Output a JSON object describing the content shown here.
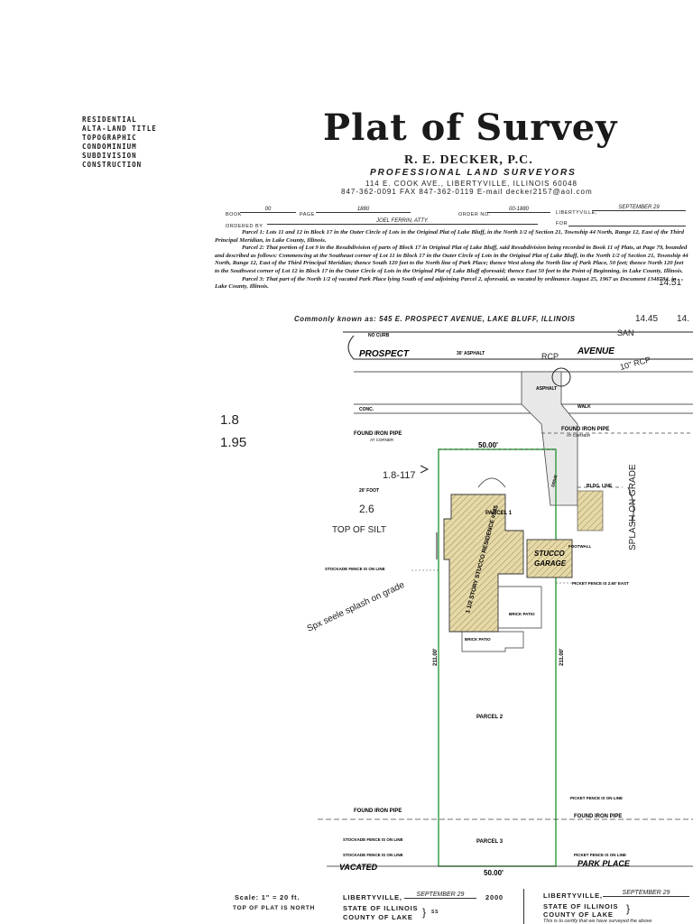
{
  "services": [
    "RESIDENTIAL",
    "ALTA-LAND TITLE",
    "TOPOGRAPHIC",
    "CONDOMINIUM",
    "SUBDIVISION",
    "CONSTRUCTION"
  ],
  "header": {
    "title": "Plat of Survey",
    "firm": "R. E. DECKER, P.C.",
    "subtitle": "PROFESSIONAL LAND SURVEYORS",
    "address": "114 E. COOK AVE., LIBERTYVILLE, ILLINOIS 60048",
    "contact": "847-362-0091   FAX 847-362-0119   E-mail decker2157@aol.com"
  },
  "fields": {
    "book_label": "BOOK",
    "book": "00",
    "page_label": "PAGE",
    "page": "1880",
    "order_label": "ORDER NO.",
    "order": "00-1880",
    "city_label": "LIBERTYVILLE,",
    "date": "SEPTEMBER 29",
    "ordered_label": "ORDERED BY",
    "ordered_by": "JOEL FERRIN, ATTY.",
    "for_label": "FOR"
  },
  "legal": [
    "Parcel 1: Lots 11 and 12 in Block 17 in the Outer Circle of Lots in the Original Plat of Lake Bluff, in the North 1/2 of Section 21, Township 44 North, Range 12, East of the Third Principal Meridian, in Lake County, Illinois.",
    "Parcel 2: That portion of Lot 9 in the Resubdivision of parts of Block 17 in Original Plat of Lake Bluff, said Resubdivision being recorded in Book 11 of Plats, at Page 79, bounded and described as follows: Commencing at the Southeast corner of Lot 11 in Block 17 in the Outer Circle of Lots in the Original Plat of Lake Bluff, in the North 1/2 of Section 21, Township 44 North, Range 12, East of the Third Principal Meridian; thence South 120 feet to the North line of Park Place; thence West along the North line of Park Place, 50 feet; thence North 120 feet to the Southwest corner of Lot 12 in Block 17 in the Outer Circle of Lots in the Original Plat of Lake Bluff aforesaid; thence East 50 feet to the Point of Beginning, in Lake County, Illinois.",
    "Parcel 3: That part of the North 1/2 of vacated Park Place lying South of and adjoining Parcel 2, aforesaid, as vacated by ordinance August 25, 1967 as Document 1348784, in Lake County, Illinois."
  ],
  "known_as": "Commonly known as: 545 E. PROSPECT AVENUE, LAKE BLUFF, ILLINOIS",
  "map": {
    "no_curb": "NO CURB",
    "street_left": "PROSPECT",
    "street_asphalt": "30' ASPHALT",
    "street_right": "AVENUE",
    "asphalt": "ASPHALT",
    "conc": "CONC.",
    "walk": "WALK",
    "found_pipe_left": "FOUND IRON PIPE",
    "found_pipe_right": "FOUND IRON PIPE",
    "at_corner": "AT CORNER",
    "top_dim": "50.00'",
    "bottom_dim": "50.00'",
    "foot": "20' FOOT",
    "bldg_line": "BLDG. LINE",
    "parcel1": "PARCEL 1",
    "parcel2": "PARCEL 2",
    "parcel3": "PARCEL 3",
    "residence": "1 1/2 STORY STUCCO RESIDENCE #545",
    "garage_1": "STUCCO",
    "garage_2": "GARAGE",
    "stockade_1": "STOCKADE FENCE IS ON LINE",
    "picket_1": "PICKET FENCE IS 2.60' EAST",
    "brick_patio_1": "BRICK PATIO",
    "brick_patio_2": "BRICK PATIO",
    "left_dim": "211.00'",
    "right_dim": "211.00'",
    "picket_2": "PICKET FENCE IS ON LINE",
    "found_pipe_bottom_left": "FOUND IRON PIPE",
    "found_pipe_bottom_right": "FOUND IRON PIPE",
    "stockade_2": "STOCKADE FENCE IS ON LINE",
    "stockade_3": "STOCKADE FENCE IS ON LINE",
    "picket_3": "PICKET FENCE IS ON LINE",
    "vacated": "VACATED",
    "park_place": "PARK PLACE",
    "drive": "DRIVE",
    "footwall": "FOOTWALL"
  },
  "handwritten": {
    "h1": "1.8",
    "h2": "1.95",
    "h3": "1.8-117",
    "h4": "2.6",
    "h5": "TOP OF SILT",
    "h6": "Spx seele splash on grade",
    "h7": "SPLASH ON GRADE",
    "h8": "14.51'",
    "h9": "SAN",
    "h10": "14.45",
    "h11": "14.",
    "h12": "RCP",
    "h13": "10\" RCP"
  },
  "footer": {
    "scale": "Scale:  1\" = 20 ft.",
    "north": "TOP OF PLAT IS NORTH",
    "city": "LIBERTYVILLE,",
    "date": "SEPTEMBER 29",
    "year": "2000",
    "state": "STATE OF ILLINOIS",
    "county": "COUNTY OF LAKE",
    "ss": "SS",
    "city2": "LIBERTYVILLE,",
    "date2": "SEPTEMBER 29",
    "state2": "STATE OF ILLINOIS",
    "county2": "COUNTY OF LAKE",
    "certify": "This is to certify that we have surveyed the above"
  },
  "colors": {
    "ink": "#1a1a1a",
    "boundary": "#2e9a3a",
    "building": "#e6d9a8"
  }
}
